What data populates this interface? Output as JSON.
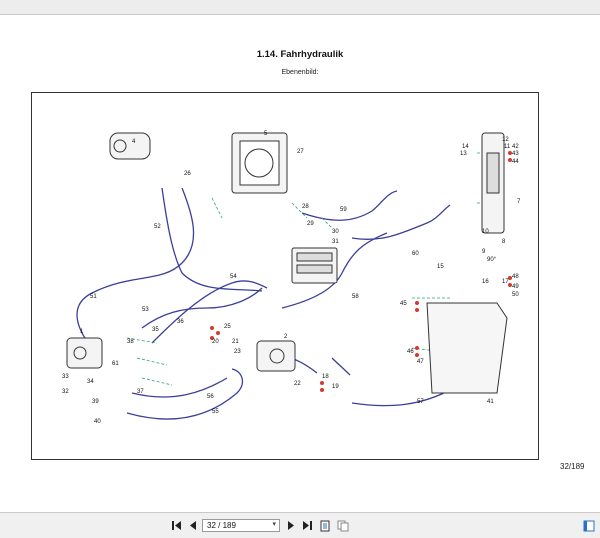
{
  "document": {
    "title": "1.14. Fahrhydraulik",
    "subtitle": "Ebenenbild:",
    "page_label": "32/189"
  },
  "toolbar": {
    "page_selector": "32 / 189"
  },
  "diagram": {
    "part_numbers": [
      "1",
      "2",
      "4",
      "5",
      "7",
      "8",
      "9",
      "10",
      "11",
      "12",
      "13",
      "14",
      "15",
      "16",
      "17",
      "18",
      "19",
      "20",
      "21",
      "22",
      "23",
      "25",
      "26",
      "27",
      "28",
      "29",
      "30",
      "31",
      "32",
      "33",
      "34",
      "35",
      "36",
      "37",
      "38",
      "39",
      "40",
      "41",
      "42",
      "43",
      "44",
      "45",
      "46",
      "47",
      "48",
      "49",
      "50",
      "51",
      "52",
      "53",
      "54",
      "55",
      "56",
      "57",
      "58",
      "59",
      "60",
      "61",
      "90°"
    ]
  },
  "colors": {
    "hose": "#3a3f9a",
    "leader": "#2aa37a",
    "fitting": "#d33a2c",
    "ink": "#333333"
  }
}
